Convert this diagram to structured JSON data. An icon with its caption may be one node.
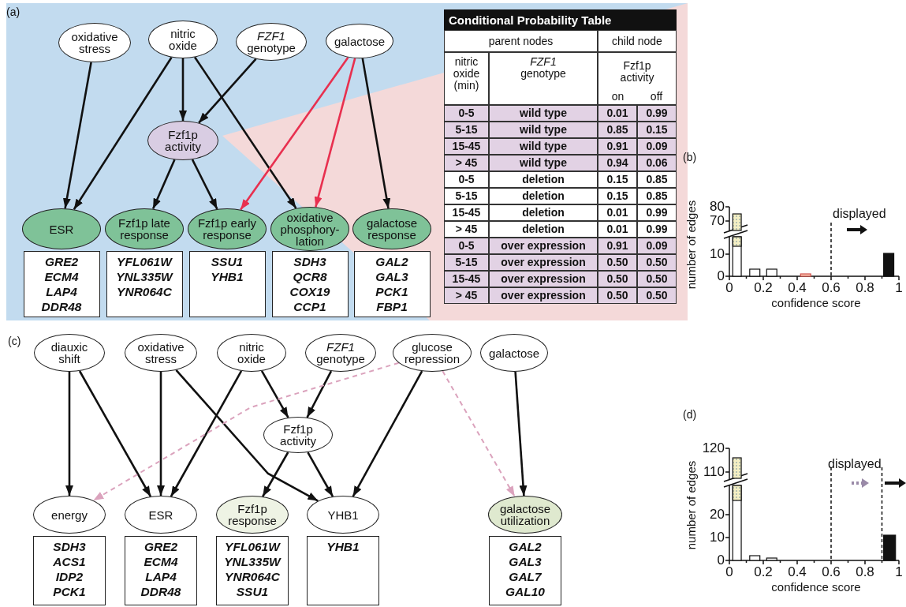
{
  "diagram": {
    "nodes": [
      {
        "text": [
          "oxidative stress"
        ]
      },
      {
        "text": [
          "nitric oxide"
        ]
      },
      {
        "text": [
          "*FZF1* genotype"
        ]
      },
      {
        "text": [
          "galactose"
        ]
      },
      {
        "text": [
          "Fzf1p activity"
        ]
      },
      {
        "text": [
          "ESR"
        ]
      },
      {
        "text": [
          "Fzf1p late response"
        ]
      },
      {
        "text": [
          "Fzf1p early response"
        ]
      },
      {
        "text": [
          "oxidative phosphory- lation"
        ]
      },
      {
        "text": [
          "galactose response"
        ]
      },
      {
        "text": [
          "GRE2",
          "ECM4",
          "LAP4",
          "DDR48"
        ]
      },
      {
        "text": [
          "YFL061W",
          "YNL335W",
          "YNR064C"
        ]
      },
      {
        "text": [
          "SSU1",
          "YHB1"
        ]
      },
      {
        "text": [
          "SDH3",
          "QCR8",
          "COX19",
          "CCP1"
        ]
      },
      {
        "text": [
          "GAL2",
          "GAL3",
          "PCK1",
          "FBP1"
        ]
      },
      {
        "text": [
          "diauxic shift"
        ]
      },
      {
        "text": [
          "oxidative stress"
        ]
      },
      {
        "text": [
          "nitric oxide"
        ]
      },
      {
        "text": [
          "*FZF1* genotype"
        ]
      },
      {
        "text": [
          "glucose repression"
        ]
      },
      {
        "text": [
          "galactose"
        ]
      },
      {
        "text": [
          "Fzf1p activity"
        ]
      },
      {
        "text": [
          "energy"
        ]
      },
      {
        "text": [
          "ESR"
        ]
      },
      {
        "text": [
          "Fzf1p response"
        ]
      },
      {
        "text": [
          "YHB1"
        ]
      },
      {
        "text": [
          "galactose utilization"
        ]
      },
      {
        "text": [
          "SDH3",
          "ACS1",
          "IDP2",
          "PCK1"
        ]
      },
      {
        "text": [
          "GRE2",
          "ECM4",
          "LAP4",
          "DDR48"
        ]
      },
      {
        "text": [
          "YFL061W",
          "YNL335W",
          "YNR064C",
          "SSU1"
        ]
      },
      {
        "text": [
          "YHB1"
        ]
      },
      {
        "text": [
          "GAL2",
          "GAL3",
          "GAL7",
          "GAL10"
        ]
      }
    ],
    "edges": [
      {
        "from": 0,
        "to": 5,
        "arrow": "to"
      },
      {
        "from": 1,
        "to": 5,
        "arrow": "to"
      },
      {
        "from": 1,
        "to": 4,
        "arrow": "to"
      },
      {
        "from": 1,
        "to": 8,
        "arrow": "to"
      },
      {
        "from": 2,
        "to": 4,
        "arrow": "to"
      },
      {
        "from": 4,
        "to": 6,
        "arrow": "to"
      },
      {
        "from": 4,
        "to": 7,
        "arrow": "to"
      },
      {
        "from": 3,
        "to": 7,
        "arrow": "to",
        "color": "#e8304f"
      },
      {
        "from": 3,
        "to": 8,
        "arrow": "to",
        "color": "#e8304f"
      },
      {
        "from": 3,
        "to": 9,
        "arrow": "to"
      },
      {
        "from": 15,
        "to": 22,
        "arrow": "to"
      },
      {
        "from": 15,
        "to": 23,
        "arrow": "to"
      },
      {
        "from": 16,
        "to": 23,
        "arrow": "to"
      },
      {
        "from": 16,
        "to": 25,
        "arrow": "to"
      },
      {
        "from": 17,
        "to": 23,
        "arrow": "to"
      },
      {
        "from": 17,
        "to": 21,
        "arrow": "to"
      },
      {
        "from": 18,
        "to": 21,
        "arrow": "to"
      },
      {
        "from": 19,
        "to": 25,
        "arrow": "to"
      },
      {
        "from": 19,
        "to": 22,
        "arrow": "to",
        "style": "dashed",
        "color": "#dba3bd"
      },
      {
        "from": 19,
        "to": 26,
        "arrow": "to",
        "style": "dashed",
        "color": "#dba3bd"
      },
      {
        "from": 20,
        "to": 26,
        "arrow": "to"
      },
      {
        "from": 21,
        "to": 24,
        "arrow": "to"
      },
      {
        "from": 21,
        "to": 25,
        "arrow": "to"
      }
    ],
    "labels": [
      "(a)",
      "Conditional Probability Table",
      "parent nodes",
      "child node",
      "nitric oxide (min)",
      "*FZF1* genotype",
      "Fzf1p activity",
      "on",
      "off",
      "0-5",
      "wild type",
      "0.01",
      "0.99",
      "5-15",
      "wild type",
      "0.85",
      "0.15",
      "15-45",
      "wild type",
      "0.91",
      "0.09",
      "> 45",
      "wild type",
      "0.94",
      "0.06",
      "0-5",
      "deletion",
      "0.15",
      "0.85",
      "5-15",
      "deletion",
      "0.15",
      "0.85",
      "15-45",
      "deletion",
      "0.01",
      "0.99",
      "> 45",
      "deletion",
      "0.01",
      "0.99",
      "0-5",
      "over expression",
      "0.91",
      "0.09",
      "5-15",
      "over expression",
      "0.50",
      "0.50",
      "15-45",
      "over expression",
      "0.50",
      "0.50",
      "> 45",
      "over expression",
      "0.50",
      "0.50",
      "(b)",
      "80",
      "70",
      "10",
      "0",
      "0",
      "0.2",
      "0.4",
      "0.6",
      "0.8",
      "1",
      "number of edges",
      "confidence score",
      "displayed",
      "(c)",
      "(d)",
      "120",
      "110",
      "20",
      "10",
      "0",
      "0",
      "0.2",
      "0.4",
      "0.6",
      "0.8",
      "1",
      "number of edges",
      "confidence score",
      "displayed"
    ]
  }
}
